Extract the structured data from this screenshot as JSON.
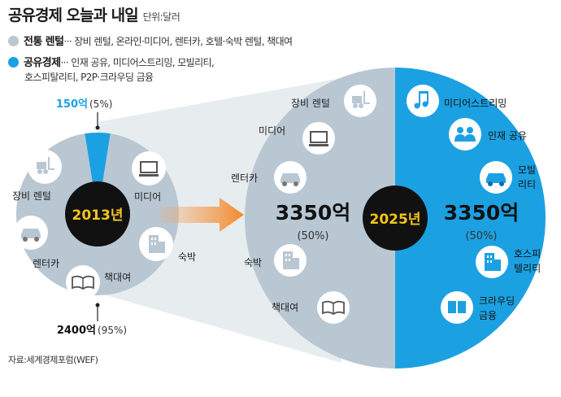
{
  "title": "공유경제 오늘과 내일",
  "unit": "단위:달러",
  "legend": [
    {
      "name": "전통 렌털",
      "desc": "··· 장비 렌털, 온라인·미디어, 렌터카, 호텔·숙박 렌털, 책대여",
      "color": "#b9c7d3"
    },
    {
      "name": "공유경제",
      "desc": "··· 인재 공유, 미디어스트리밍, 모빌리티,",
      "desc2": "호스피탈리티, P2P·크라우딩 금융",
      "color": "#1ba1e2"
    }
  ],
  "source": "자료:세계경제포럼(WEF)",
  "colors": {
    "traditional": "#b9c7d3",
    "sharing": "#1ba1e2",
    "center": "#111111",
    "centerText": "#f5c518"
  },
  "chart_data": [
    {
      "type": "pie",
      "center_label": "2013년",
      "slices": [
        {
          "name": "공유경제",
          "value": 150,
          "label": "150억",
          "pct": "(5%)",
          "percent": 5
        },
        {
          "name": "전통 렌털",
          "value": 2400,
          "label": "2400억",
          "pct": "(95%)",
          "percent": 95
        }
      ],
      "items": {
        "traditional": [
          {
            "label": "장비 렌털",
            "icon": "forklift-icon"
          },
          {
            "label": "미디어",
            "icon": "monitor-icon"
          },
          {
            "label": "숙박",
            "icon": "building-icon"
          },
          {
            "label": "책대여",
            "icon": "book-icon"
          },
          {
            "label": "렌터카",
            "icon": "car-icon"
          }
        ]
      }
    },
    {
      "type": "pie",
      "center_label": "2025년",
      "slices": [
        {
          "name": "전통 렌털",
          "value": 3350,
          "label": "3350억",
          "pct": "(50%)",
          "percent": 50
        },
        {
          "name": "공유경제",
          "value": 3350,
          "label": "3350억",
          "pct": "(50%)",
          "percent": 50
        }
      ],
      "items": {
        "traditional": [
          {
            "label": "장비 렌털",
            "icon": "forklift-icon"
          },
          {
            "label": "미디어",
            "icon": "monitor-icon"
          },
          {
            "label": "렌터카",
            "icon": "car-icon"
          },
          {
            "label": "숙박",
            "icon": "building-icon"
          },
          {
            "label": "책대여",
            "icon": "book-icon"
          }
        ],
        "sharing": [
          {
            "label": "미디어스트리밍",
            "icon": "music-note-icon"
          },
          {
            "label": "인재 공유",
            "icon": "people-icon"
          },
          {
            "label": "모빌",
            "label2": "리티",
            "icon": "car-icon"
          },
          {
            "label": "호스피",
            "label2": "텔리티",
            "icon": "building-icon"
          },
          {
            "label": "크라우딩",
            "label2": "금융",
            "icon": "book-icon"
          }
        ]
      }
    }
  ]
}
